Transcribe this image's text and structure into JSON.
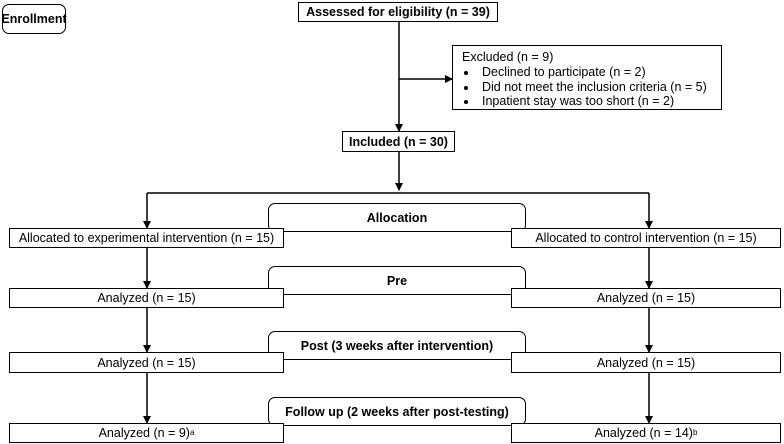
{
  "phase_label": "Enrollment",
  "assessed": "Assessed for eligibility (n = 39)",
  "excluded": {
    "title": "Excluded (n = 9)",
    "reasons": [
      "Declined to participate (n = 2)",
      "Did not meet the inclusion criteria (n = 5)",
      "Inpatient stay was too short (n = 2)"
    ]
  },
  "included": "Included (n = 30)",
  "stages": {
    "allocation": "Allocation",
    "pre": "Pre",
    "post": "Post (3 weeks after intervention)",
    "follow_up": "Follow up (2 weeks after post-testing)"
  },
  "experimental": {
    "allocated": "Allocated to experimental intervention (n = 15)",
    "pre": "Analyzed (n = 15)",
    "post": "Analyzed (n = 15)",
    "follow_up": "Analyzed (n = 9)",
    "follow_up_note": "a"
  },
  "control": {
    "allocated": "Allocated to control intervention (n = 15)",
    "pre": "Analyzed (n = 15)",
    "post": "Analyzed (n = 15)",
    "follow_up": "Analyzed (n = 14)",
    "follow_up_note": "b"
  }
}
